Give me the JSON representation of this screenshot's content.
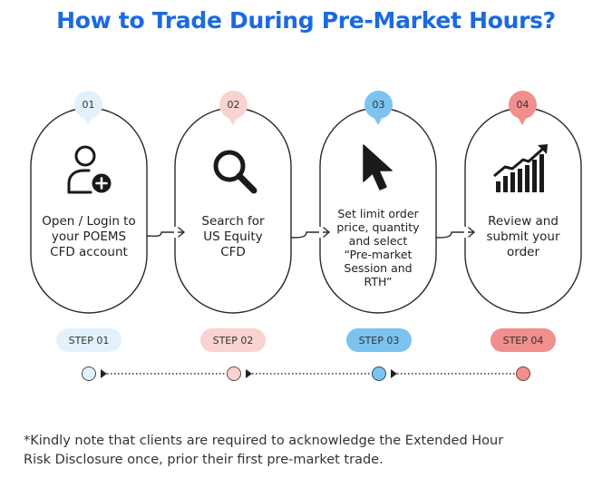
{
  "title": "How to Trade During Pre-Market Hours?",
  "colors": {
    "title": "#1a6ae0",
    "step1_light": "#e3f1fd",
    "step2_light": "#f9d3d0",
    "step3_blue": "#7cc3f0",
    "step4_red": "#f08f8c"
  },
  "steps": [
    {
      "number": "01",
      "icon": "user-add-icon",
      "text_lines": [
        "Open / Login to",
        "your POEMS",
        "CFD account"
      ],
      "label": "STEP 01"
    },
    {
      "number": "02",
      "icon": "search-icon",
      "text_lines": [
        "Search for",
        "US Equity",
        "CFD"
      ],
      "label": "STEP 02"
    },
    {
      "number": "03",
      "icon": "cursor-icon",
      "text_lines": [
        "Set limit order",
        "price, quantity",
        "and select",
        "“Pre-market",
        "Session and",
        "RTH”"
      ],
      "label": "STEP 03"
    },
    {
      "number": "04",
      "icon": "bar-chart-growth-icon",
      "text_lines": [
        "Review and",
        "submit your",
        "order"
      ],
      "label": "STEP 04"
    }
  ],
  "note_lines": [
    "*Kindly note that clients are required to acknowledge the Extended Hour",
    "Risk Disclosure once, prior their first pre-market trade."
  ]
}
